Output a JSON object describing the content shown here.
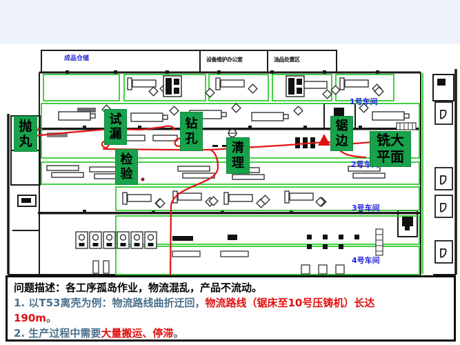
{
  "plan": {
    "header_rooms": [
      {
        "label": "成品仓储"
      },
      {
        "label": "设备维护办公室"
      },
      {
        "label": "油品处置区"
      }
    ],
    "process_stations": [
      {
        "label": "抛丸"
      },
      {
        "label": "试漏"
      },
      {
        "label": "检验"
      },
      {
        "label": "钻孔"
      },
      {
        "label": "清理"
      },
      {
        "label": "锯边"
      },
      {
        "label": "铣大平面"
      }
    ],
    "workshops": [
      {
        "label": "1号车间"
      },
      {
        "label": "2号车间"
      },
      {
        "label": "3号车间"
      },
      {
        "label": "4号车间"
      }
    ]
  },
  "problem_box": {
    "title": "问题描述：各工序孤岛作业，物流混乱，产品不流动。",
    "item1": {
      "normal1": "1. 以T53离壳为例：物流路线曲折迂回，",
      "red1": "物流路线（锯床至10号压铸机）长达",
      "red2": "190m",
      "normal2": "。"
    },
    "item2": {
      "normal1": "2. 生产过程中需要",
      "red": "大量搬运、停滞",
      "normal2": "。"
    }
  },
  "colors": {
    "station_green": "#18a24b",
    "zone_green": "#2ecc2e",
    "route_red": "#e01818",
    "workshop_blue": "#2222dd",
    "note_slate": "#4a708c",
    "top_band": "#eef3f9"
  }
}
